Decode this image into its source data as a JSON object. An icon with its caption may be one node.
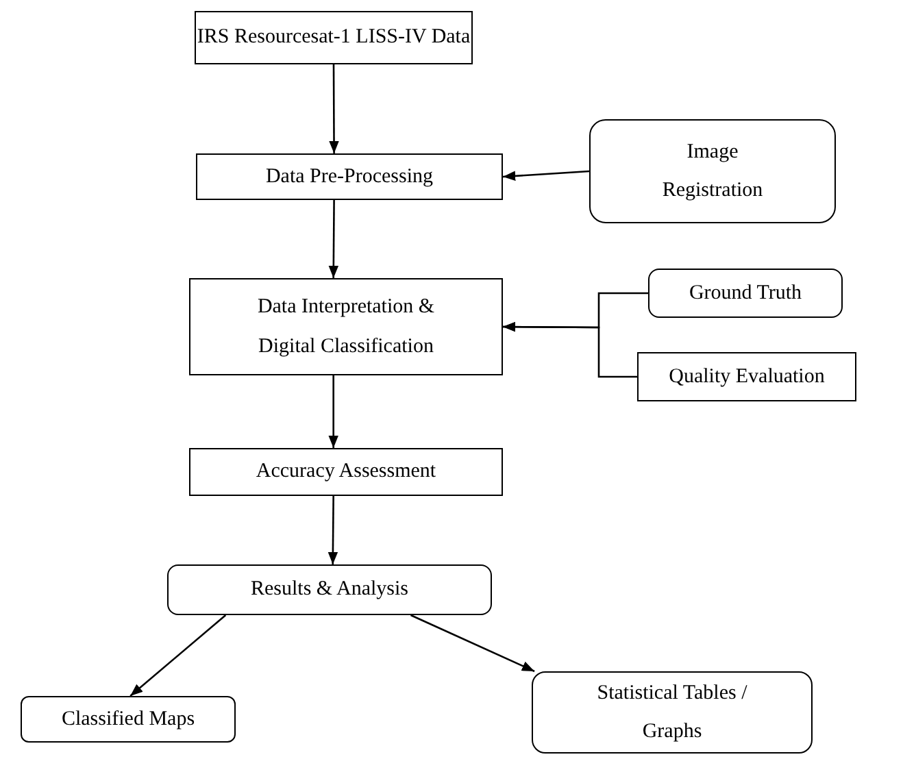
{
  "diagram": {
    "nodes": [
      {
        "text": [
          "IRS Resourcesat-1 LISS-IV Data"
        ]
      },
      {
        "text": [
          "Data Pre-Processing"
        ]
      },
      {
        "text": [
          "Image Registration"
        ]
      },
      {
        "text": [
          "Data Interpretation & Digital Classification"
        ]
      },
      {
        "text": [
          "Ground Truth"
        ]
      },
      {
        "text": [
          "Quality Evaluation"
        ]
      },
      {
        "text": [
          "Accuracy Assessment"
        ]
      },
      {
        "text": [
          "Results & Analysis"
        ]
      },
      {
        "text": [
          "Classified Maps"
        ]
      },
      {
        "text": [
          "Statistical Tables / Graphs"
        ]
      }
    ],
    "edges": [
      {
        "from": 0,
        "to": 1,
        "arrow": "to"
      },
      {
        "from": 2,
        "to": 1,
        "arrow": "to"
      },
      {
        "from": 1,
        "to": 3,
        "arrow": "to"
      },
      {
        "from": 4,
        "to": 3,
        "arrow": "to"
      },
      {
        "from": 5,
        "to": 3,
        "arrow": "to"
      },
      {
        "from": 3,
        "to": 6,
        "arrow": "to"
      },
      {
        "from": 6,
        "to": 7,
        "arrow": "to"
      },
      {
        "from": 7,
        "to": 8,
        "arrow": "to"
      },
      {
        "from": 7,
        "to": 9,
        "arrow": "to"
      }
    ]
  }
}
